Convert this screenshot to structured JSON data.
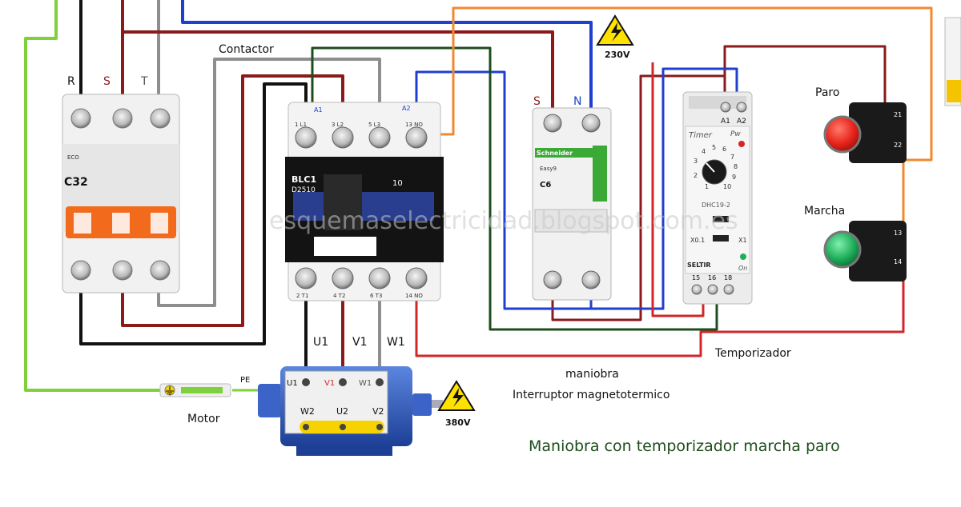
{
  "phase_labels": {
    "r": "R",
    "s": "S",
    "t": "T"
  },
  "breaker3p": {
    "brand": "ECO",
    "rating": "C32"
  },
  "contactor": {
    "title": "Contactor",
    "model_line1": "BLC1",
    "model_line2": "D2510",
    "aux": "10",
    "coil_a1": "A1",
    "coil_a2": "A2",
    "top_terminals": [
      "1 L1",
      "3 L2",
      "5 L3",
      "13 NO"
    ],
    "bottom_terminals": [
      "2 T1",
      "4 T2",
      "6 T3",
      "14 NO"
    ]
  },
  "breaker2p": {
    "label_s": "S",
    "label_n": "N",
    "brand": "Schneider",
    "series": "Easy9",
    "rating": "C6"
  },
  "voltage_230": "230V",
  "voltage_380": "380V",
  "timer": {
    "label": "Timer",
    "pw": "Pw",
    "on": "On",
    "brand": "SELTIR",
    "model": "DHC19-2",
    "x01": "X0.1",
    "x1": "X1",
    "a1": "A1",
    "a2": "A2",
    "terminals": [
      "15",
      "16",
      "18"
    ],
    "dial": [
      "1",
      "2",
      "3",
      "4",
      "5",
      "6",
      "7",
      "8",
      "9",
      "10"
    ]
  },
  "buttons": {
    "stop_label": "Paro",
    "stop_terminals": [
      "21",
      "22"
    ],
    "start_label": "Marcha",
    "start_terminals": [
      "13",
      "14"
    ]
  },
  "motor": {
    "label": "Motor",
    "pe": "PE",
    "leads": [
      "U1",
      "V1",
      "W1"
    ],
    "top_terminals": [
      "U1",
      "V1",
      "W1"
    ],
    "bottom_terminals": [
      "W2",
      "U2",
      "V2"
    ]
  },
  "labels": {
    "temporizador": "Temporizador",
    "maniobra": "maniobra",
    "interruptor": "Interruptor magnetotermico"
  },
  "watermark": "esquemaselectricidad.blogspot.com.es",
  "caption": "Maniobra con temporizador marcha paro",
  "colors": {
    "wire_red": "#d3262a",
    "wire_darkred": "#8b1a1a",
    "wire_black": "#111111",
    "wire_gray": "#8e8e8e",
    "wire_blue": "#1f3fd0",
    "wire_green": "#1e4d1e",
    "wire_orange": "#f08a2c",
    "wire_pe": "#7fd13b",
    "breaker_orange": "#f26a1b",
    "contactor_blue": "#2a3e8f",
    "schneider_green": "#3aa935",
    "stop_red": "#e8241c",
    "start_green": "#1fae5b",
    "motor_blue": "#2d56b8"
  }
}
